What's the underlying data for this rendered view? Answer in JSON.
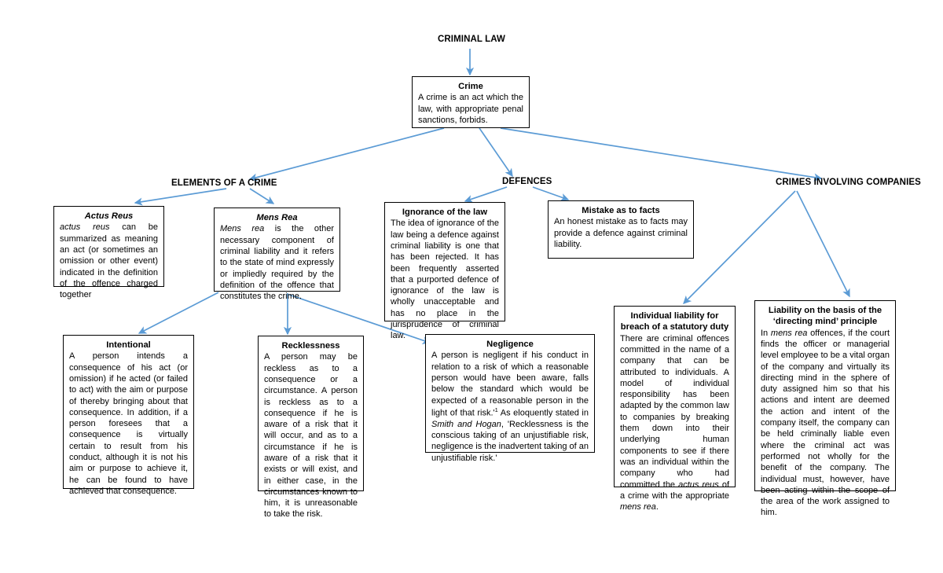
{
  "diagram": {
    "title": "CRIMINAL LAW",
    "accent_color": "#5B9BD5",
    "box_border_color": "#000000",
    "background": "#ffffff",
    "branch_labels": {
      "elements": "ELEMENTS OF A CRIME",
      "defences": "DEFENCES",
      "companies": "CRIMES INVOLVING COMPANIES"
    },
    "boxes": {
      "crime": {
        "title": "Crime",
        "body": "A crime is an act which the law, with appropriate penal sanctions, forbids."
      },
      "actus_reus": {
        "title": "Actus Reus",
        "body_html": "<i>actus reus</i> can be summarized as meaning an act (or sometimes an omission or other event) indicated in the definition of the offence charged together"
      },
      "mens_rea": {
        "title": "Mens Rea",
        "body_html": "<i>Mens rea</i> is the other necessary component of criminal liability and it refers to the state of mind expressly or impliedly required by the definition of the offence that constitutes the crime."
      },
      "ignorance": {
        "title": "Ignorance of the law",
        "body": "The idea of ignorance of the law being a defence against criminal liability is one that has been rejected. It has been frequently asserted that a purported defence of ignorance of the law is wholly unacceptable and has no place in the jurisprudence of criminal law."
      },
      "mistake": {
        "title": "Mistake as to facts",
        "body": "An honest mistake as to facts may provide a defence against criminal liability."
      },
      "intentional": {
        "title": "Intentional",
        "body": "A person intends a consequence of his act (or omission) if he acted (or failed to act) with the aim or purpose of thereby bringing about that consequence. In addition, if a person foresees that a consequence is virtually certain to result from his conduct, although it is not his aim or purpose to achieve it, he can be found to have achieved that consequence."
      },
      "recklessness": {
        "title": "Recklessness",
        "body": "A person may be reckless as to a consequence or a circumstance. A person is reckless as to a consequence if he is aware of a risk that it will occur, and as to a circumstance if he is aware of a risk that it exists or will exist, and in either case, in the circumstances known to him, it is unreasonable to take the risk."
      },
      "negligence": {
        "title": "Negligence",
        "body_html": "A person is negligent if his conduct in relation to a risk of which a reasonable person would have been aware, falls below the standard which would be expected of a reasonable person in the light of that risk.'<sup>1</sup> As eloquently stated in <i>Smith and Hogan</i>, 'Recklessness is the conscious taking of an unjustifiable risk, negligence is the inadvertent taking of an unjustifiable risk.'"
      },
      "individual_liability": {
        "title": "Individual liability for breach of a statutory duty",
        "body_html": "There are criminal offences committed in the name of a company that can be attributed to individuals. A model of individual responsibility has been adapted by the common law to companies by breaking them down into their underlying human components to see if there was an individual within the company who had committed the <i>actus reus</i> of a crime with the appropriate <i>mens rea</i>."
      },
      "directing_mind": {
        "title": "Liability on the basis of the ‘directing mind’ principle",
        "body_html": "In <i>mens rea</i> offences, if the court finds the officer or managerial level employee to be a vital organ of the company and virtually its directing mind in the sphere of duty assigned him so that his actions and intent are deemed the action and intent of the company itself, the company can be held criminally liable even where the criminal act was performed not wholly for the benefit of the company. The individual must, however, have been acting within the scope of the area of the work assigned to him."
      }
    }
  }
}
